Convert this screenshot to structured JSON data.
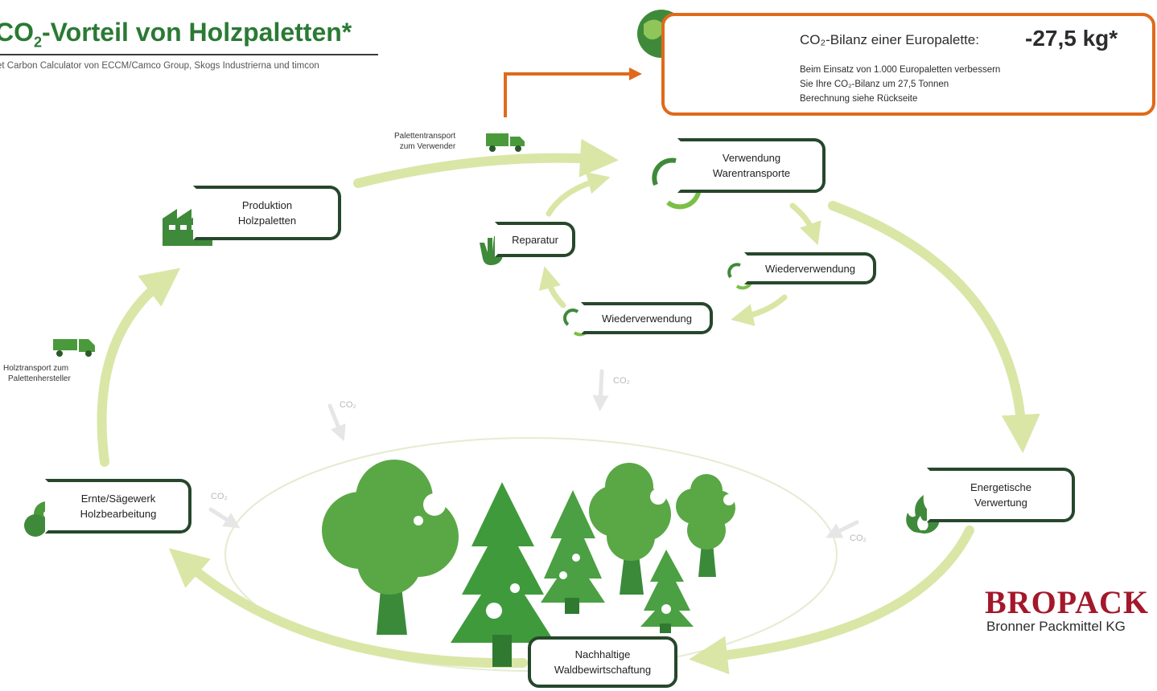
{
  "header": {
    "title_main": "CO",
    "title_sub": "2",
    "title_rest": "-Vorteil von Holzpaletten*",
    "subtitle": "et Carbon Calculator von ECCM/Camco Group, Skogs Industrierna und timcon"
  },
  "bilanz": {
    "head": "CO₂-Bilanz einer Europalette:",
    "value": "-27,5 kg*",
    "line1": "Beim Einsatz von 1.000 Europaletten verbessern",
    "line2": "Sie Ihre CO₂-Bilanz um 27,5 Tonnen",
    "line3": "Berechnung siehe Rückseite"
  },
  "nodes": {
    "produktion": [
      "Produktion",
      "Holzpaletten"
    ],
    "verwendung": [
      "Verwendung",
      "Warentransporte"
    ],
    "reparatur": "Reparatur",
    "wiederverwendung_1": "Wiederverwendung",
    "wiederverwendung_2": "Wiederverwendung",
    "energetisch": [
      "Energetische",
      "Verwertung"
    ],
    "nachhaltig": [
      "Nachhaltige",
      "Waldbewirtschaftung"
    ],
    "ernte": [
      "Ernte/Sägewerk",
      "Holzbearbeitung"
    ]
  },
  "transport": {
    "paletten": [
      "Palettentransport",
      "zum Verwender"
    ],
    "holz": [
      "Holztransport zum",
      "Palettenhersteller"
    ]
  },
  "co2_label": "CO₂",
  "brand": {
    "name": "BROPACK",
    "company": "Bronner Packmittel KG"
  },
  "colors": {
    "accent_green": "#2a7a34",
    "cycle_arrow": "#d9e6a6",
    "box_border": "#26472c",
    "highlight_orange": "#e06a1b",
    "brand_red": "#a3182a"
  },
  "icons": [
    "globe-icon",
    "pallet-icon",
    "truck-icon",
    "factory-icon",
    "recycle-icon",
    "hand-icon",
    "fire-icon",
    "saw-blade-icon",
    "tree-icon"
  ]
}
